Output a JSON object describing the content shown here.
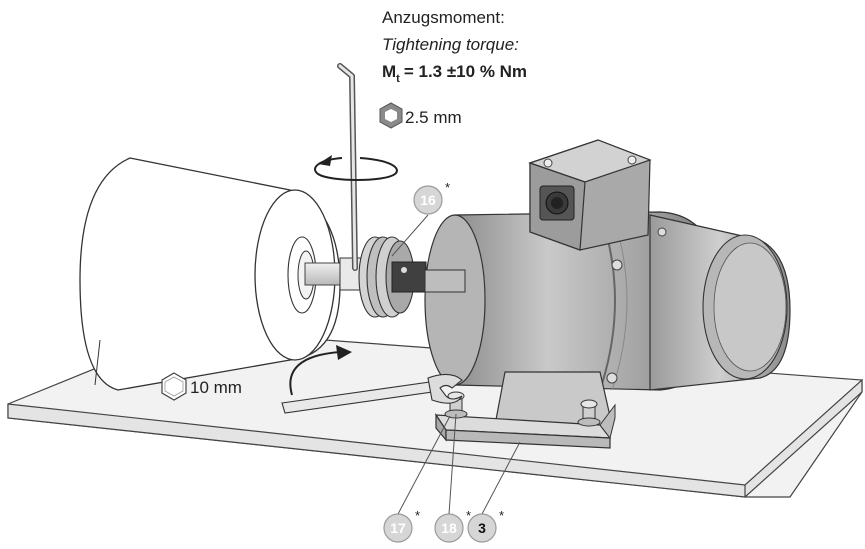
{
  "torque": {
    "label_de": "Anzugsmoment:",
    "label_en": "Tightening torque:",
    "value_symbol": "M",
    "value_subscript": "t",
    "value_text": "= 1.3 ±10 % Nm"
  },
  "tool_hex_key": {
    "icon": "hex-socket-icon",
    "label": "2.5 mm"
  },
  "tool_wrench": {
    "icon": "hex-nut-icon",
    "label": "10 mm"
  },
  "callouts": [
    {
      "number": "16",
      "asterisk": "*",
      "style": "light"
    },
    {
      "number": "17",
      "asterisk": "*",
      "style": "light"
    },
    {
      "number": "18",
      "asterisk": "*",
      "style": "light"
    },
    {
      "number": "3",
      "asterisk": "*",
      "style": "dark"
    }
  ]
}
